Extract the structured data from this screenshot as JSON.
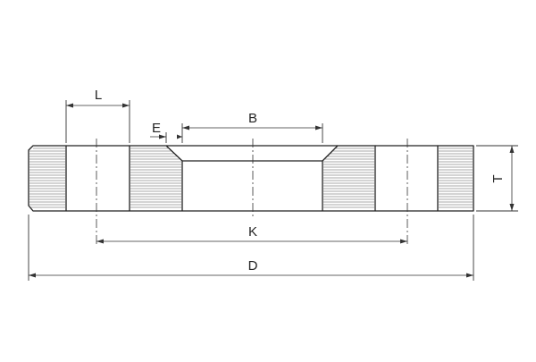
{
  "labels": {
    "L": "L",
    "E": "E",
    "B": "B",
    "T": "T",
    "K": "K",
    "D": "D"
  },
  "colors": {
    "line": "#222222",
    "background": "#ffffff"
  }
}
